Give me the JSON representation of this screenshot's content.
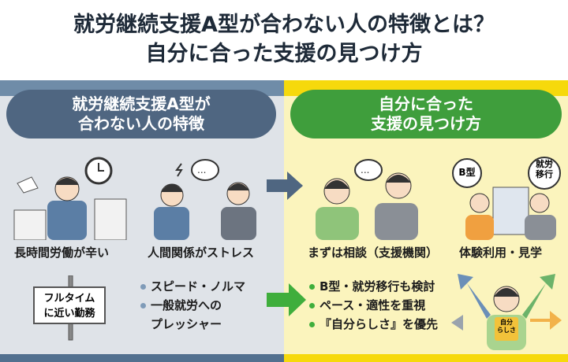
{
  "title": {
    "line1": "就労継続支援A型が合わない人の特徴とは？",
    "line2": "自分に合った支援の見つけ方"
  },
  "left": {
    "heading_line1": "就労継続支援A型が",
    "heading_line2": "合わない人の特徴",
    "captions": [
      "長時間労働が辛い",
      "人間関係がストレス"
    ],
    "sign": {
      "line1": "フルタイム",
      "line2": "に近い勤務"
    },
    "bullets": [
      "スピード・ノルマ",
      "一般就労への",
      "プレッシャー"
    ]
  },
  "right": {
    "heading_line1": "自分に合った",
    "heading_line2": "支援の見つけ方",
    "captions": [
      "まずは相談（支援機関）",
      "体験利用・見学"
    ],
    "bubbles": {
      "b_type": "B型",
      "transition_line1": "就労",
      "transition_line2": "移行",
      "puzzle_line1": "自分",
      "puzzle_line2": "らしさ",
      "speech": "..."
    },
    "bullets": [
      "B型・就労移行も検討",
      "ペース・適性を重視",
      "『自分らしさ』を優先"
    ]
  },
  "colors": {
    "left_accent": "#4f6681",
    "right_accent": "#3f9e3c",
    "yellow": "#f6d90c"
  }
}
